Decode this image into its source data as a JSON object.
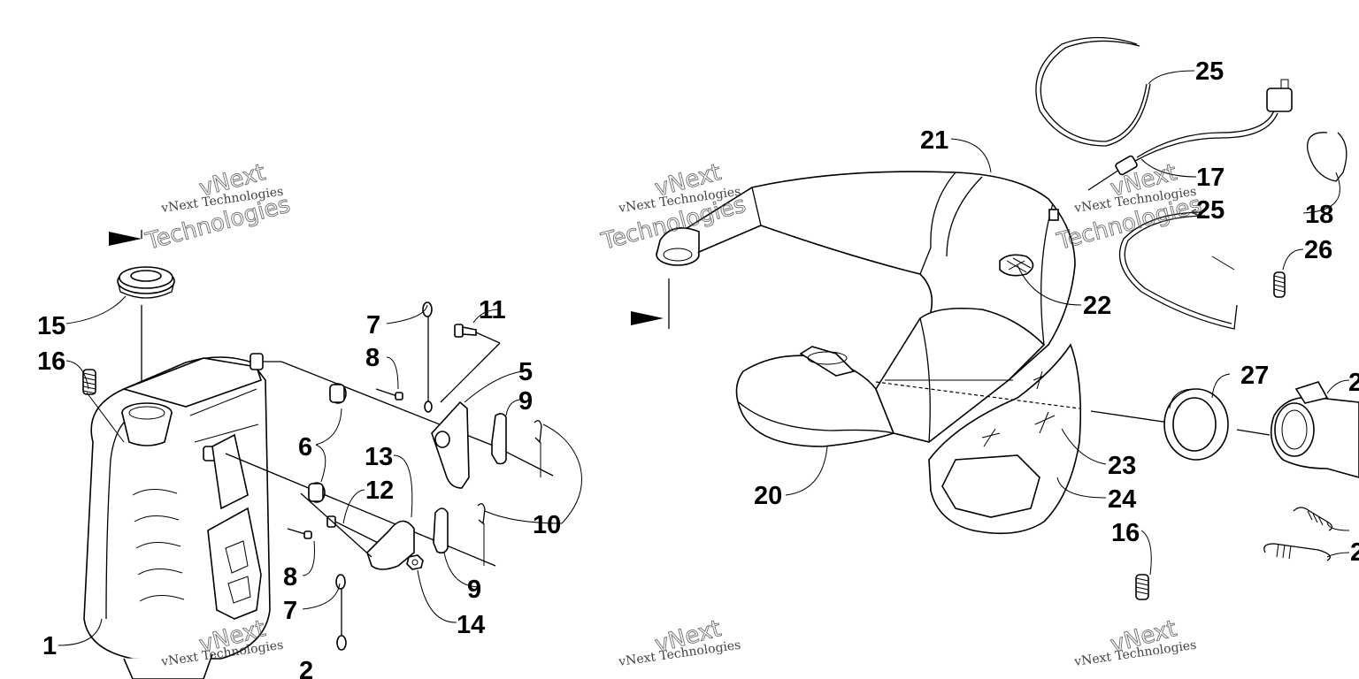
{
  "diagram": {
    "watermark": {
      "line1": "vNext Technologies",
      "line2": "vNext",
      "line3": "Technologies"
    },
    "callouts": [
      {
        "id": "c1",
        "text": "1"
      },
      {
        "id": "c2",
        "text": "2"
      },
      {
        "id": "c5",
        "text": "5"
      },
      {
        "id": "c6",
        "text": "6"
      },
      {
        "id": "c7a",
        "text": "7"
      },
      {
        "id": "c7b",
        "text": "7"
      },
      {
        "id": "c8a",
        "text": "8"
      },
      {
        "id": "c8b",
        "text": "8"
      },
      {
        "id": "c9a",
        "text": "9"
      },
      {
        "id": "c9b",
        "text": "9"
      },
      {
        "id": "c10",
        "text": "10"
      },
      {
        "id": "c11",
        "text": "11"
      },
      {
        "id": "c12",
        "text": "12"
      },
      {
        "id": "c13",
        "text": "13"
      },
      {
        "id": "c14",
        "text": "14"
      },
      {
        "id": "c15",
        "text": "15"
      },
      {
        "id": "c16a",
        "text": "16"
      },
      {
        "id": "c16b",
        "text": "16"
      },
      {
        "id": "c17",
        "text": "17"
      },
      {
        "id": "c18",
        "text": "18"
      },
      {
        "id": "c20",
        "text": "20"
      },
      {
        "id": "c21",
        "text": "21"
      },
      {
        "id": "c22",
        "text": "22"
      },
      {
        "id": "c23",
        "text": "23"
      },
      {
        "id": "c24",
        "text": "24"
      },
      {
        "id": "c25a",
        "text": "25"
      },
      {
        "id": "c25b",
        "text": "25"
      },
      {
        "id": "c26",
        "text": "26"
      },
      {
        "id": "c27",
        "text": "27"
      },
      {
        "id": "c2x",
        "text": "2"
      },
      {
        "id": "c2y",
        "text": "2"
      }
    ]
  }
}
